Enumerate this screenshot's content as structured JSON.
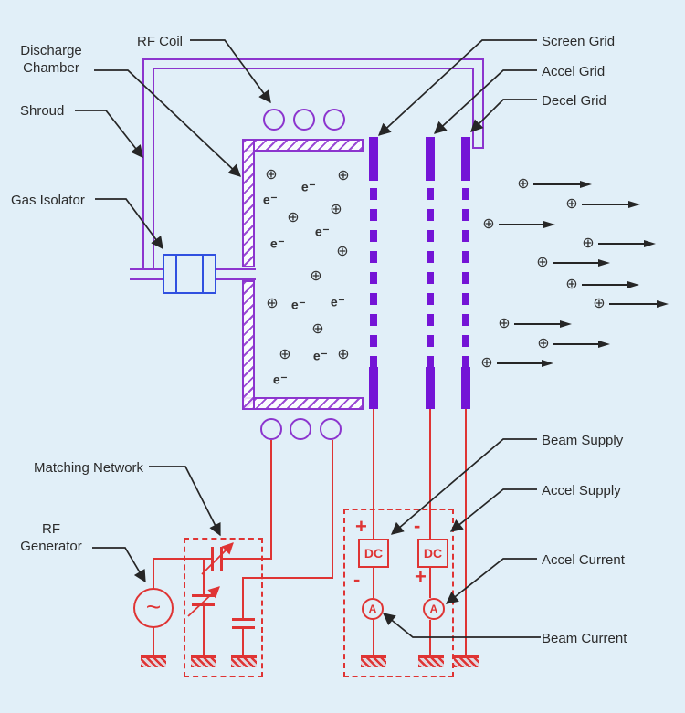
{
  "labels": {
    "discharge_chamber": "Discharge\nChamber",
    "rf_coil": "RF Coil",
    "shroud": "Shroud",
    "gas_isolator": "Gas Isolator",
    "screen_grid": "Screen Grid",
    "accel_grid": "Accel Grid",
    "decel_grid": "Decel Grid",
    "matching_network": "Matching Network",
    "rf_generator": "RF\nGenerator",
    "beam_supply": "Beam Supply",
    "accel_supply": "Accel Supply",
    "accel_current": "Accel Current",
    "beam_current": "Beam Current"
  },
  "supply_box": {
    "beam_supply": {
      "unit_label": "DC",
      "terminal_top": "+",
      "terminal_bottom": "-",
      "meter_label": "A"
    },
    "accel_supply": {
      "unit_label": "DC",
      "terminal_top": "-",
      "terminal_bottom": "+",
      "meter_label": "A"
    }
  },
  "rf_generator": {
    "symbol": "~"
  },
  "symbols": {
    "ion": "⊕",
    "electron": "e⁻"
  },
  "colors": {
    "background": "#E1EFF8",
    "shroud_purple": "#8C35CE",
    "grid_violet": "#7414D6",
    "circuit_red": "#DF3434",
    "isolator_blue": "#3050E0",
    "ink": "#2B2B2B"
  }
}
